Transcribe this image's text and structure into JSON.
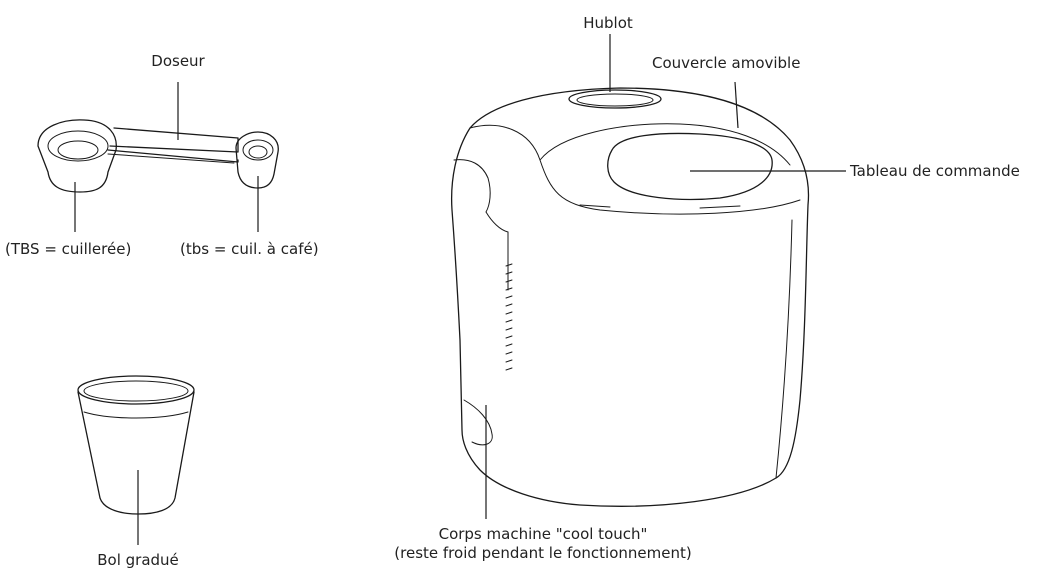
{
  "labels": {
    "doseur": "Doseur",
    "tbs": "(TBS = cuillerée)",
    "tsp": "(tbs = cuil. à café)",
    "bol": "Bol gradué",
    "hublot": "Hublot",
    "couvercle": "Couvercle amovible",
    "tableau": "Tableau de commande",
    "corps_line1": "Corps machine \"cool touch\"",
    "corps_line2": "(reste froid pendant le fonctionnement)"
  },
  "colors": {
    "line": "#1a1a1a",
    "text": "#222222",
    "background": "#ffffff"
  }
}
